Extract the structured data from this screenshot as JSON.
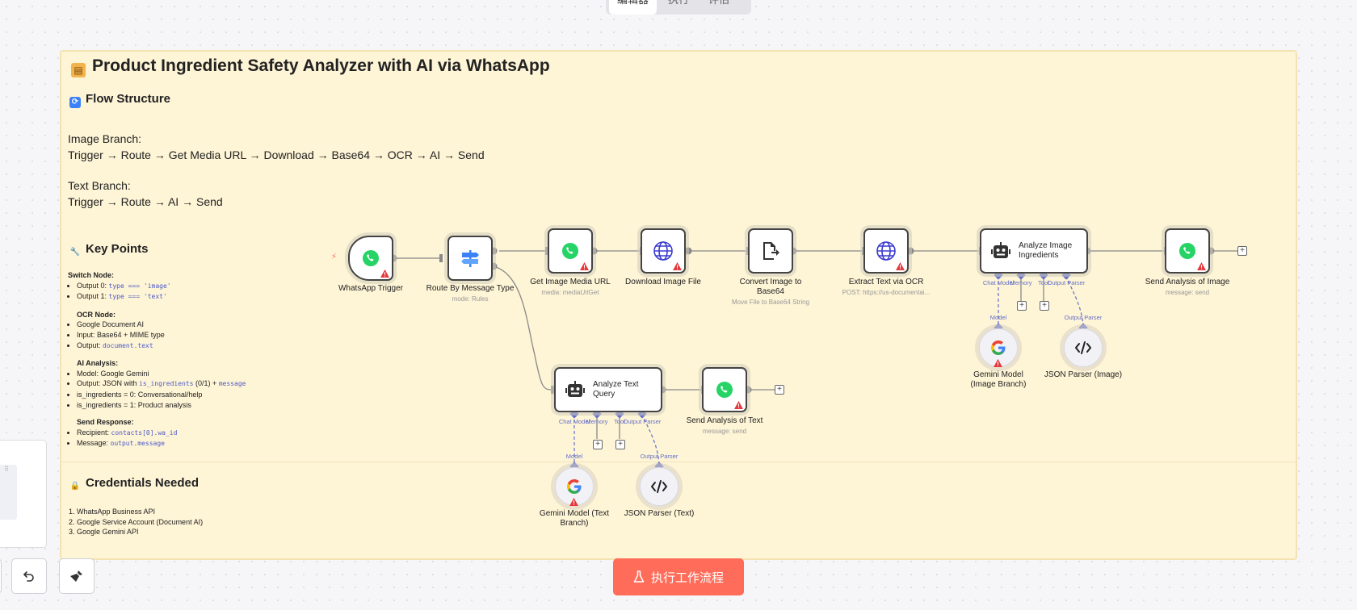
{
  "top_tabs": [
    "编辑器",
    "执行",
    "评估"
  ],
  "note": {
    "title": "Product Ingredient Safety Analyzer with AI via WhatsApp",
    "flow_heading": "Flow Structure",
    "image_branch_label": "Image Branch:",
    "image_branch_flow": "Trigger → Route → Get Media URL → Download → Base64 → OCR → AI → Send",
    "text_branch_label": "Text Branch:",
    "text_branch_flow": "Trigger → Route → AI → Send",
    "key_points_heading": "Key Points",
    "switch_label": "Switch Node:",
    "switch_items": [
      {
        "prefix": "Output 0: ",
        "code": "type === 'image'"
      },
      {
        "prefix": "Output 1: ",
        "code": "type === 'text'"
      }
    ],
    "ocr_label": "OCR Node:",
    "ocr_items": [
      {
        "prefix": "Google Document AI",
        "code": ""
      },
      {
        "prefix": "Input: Base64 + MIME type",
        "code": ""
      },
      {
        "prefix": "Output: ",
        "code": "document.text"
      }
    ],
    "ai_label": "AI Analysis:",
    "ai_items": [
      {
        "prefix": "Model: Google Gemini",
        "code": "",
        "suffix": "",
        "code2": ""
      },
      {
        "prefix": "Output: JSON with ",
        "code": "is_ingredients",
        "suffix": " (0/1) + ",
        "code2": "message"
      },
      {
        "prefix": "is_ingredients = 0: Conversational/help",
        "code": "",
        "suffix": "",
        "code2": ""
      },
      {
        "prefix": "is_ingredients = 1: Product analysis",
        "code": "",
        "suffix": "",
        "code2": ""
      }
    ],
    "send_label": "Send Response:",
    "send_items": [
      {
        "prefix": "Recipient: ",
        "code": "contacts[0].wa_id"
      },
      {
        "prefix": "Message: ",
        "code": "output.message"
      }
    ],
    "credentials_heading": "Credentials Needed",
    "credentials": [
      "WhatsApp Business API",
      "Google Service Account (Document AI)",
      "Google Gemini API"
    ]
  },
  "nodes": {
    "whatsapp_trigger": {
      "label": "WhatsApp Trigger"
    },
    "route": {
      "label": "Route By Message Type",
      "sub": "mode: Rules"
    },
    "get_media": {
      "label": "Get Image Media URL",
      "sub": "media: mediaUrlGet"
    },
    "download": {
      "label": "Download Image File"
    },
    "convert": {
      "label": "Convert Image to Base64",
      "sub": "Move File to Base64 String"
    },
    "ocr": {
      "label": "Extract Text via OCR",
      "sub": "POST: https://us-documentai..."
    },
    "analyze_image": {
      "label": "Analyze Image Ingredients"
    },
    "send_image": {
      "label": "Send Analysis of Image",
      "sub": "message: send"
    },
    "gemini_image": {
      "label": "Gemini Model (Image Branch)"
    },
    "json_image": {
      "label": "JSON Parser (Image)"
    },
    "analyze_text": {
      "label": "Analyze Text Query"
    },
    "send_text": {
      "label": "Send Analysis of Text",
      "sub": "message: send"
    },
    "gemini_text": {
      "label": "Gemini Model (Text Branch)"
    },
    "json_text": {
      "label": "JSON Parser (Text)"
    }
  },
  "ports": {
    "chat_model": "Chat Model",
    "memory": "Memory",
    "tool": "Tool",
    "output_parser": "Output Parser",
    "model": "Model"
  },
  "run_button": "执行工作流程",
  "colors": {
    "accent": "#ff6d5a",
    "sticky": "#fef4d6",
    "whatsapp": "#25d366",
    "port": "#6470c8"
  }
}
